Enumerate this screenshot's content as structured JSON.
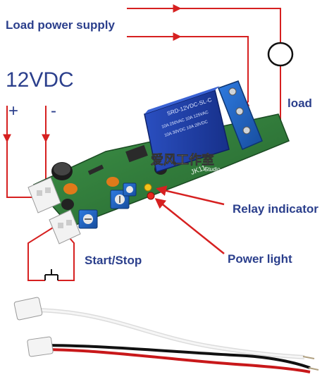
{
  "labels": {
    "load_power_supply": "Load power supply",
    "voltage": "12VDC",
    "plus": "+",
    "minus": "-",
    "load": "load",
    "relay_indicator": "Relay indicator",
    "power_light": "Power light",
    "start_stop": "Start/Stop"
  },
  "board_marks": {
    "relay_model": "SRD-12VDC-SL-C",
    "relay_rating_1": "10A 250VAC 10A 125VAC",
    "relay_rating_2": "10A 30VDC 10A 28VDC",
    "model_code": "JK11"
  },
  "watermark": {
    "cn_text": "爱风工作室",
    "en_text": "Studio"
  },
  "colors": {
    "label_blue": "#2b3f8c",
    "wire_red": "#d62020",
    "pcb_green": "#2f7a3a",
    "relay_blue": "#1f3fa8",
    "terminal_blue": "#1c5fc4"
  }
}
